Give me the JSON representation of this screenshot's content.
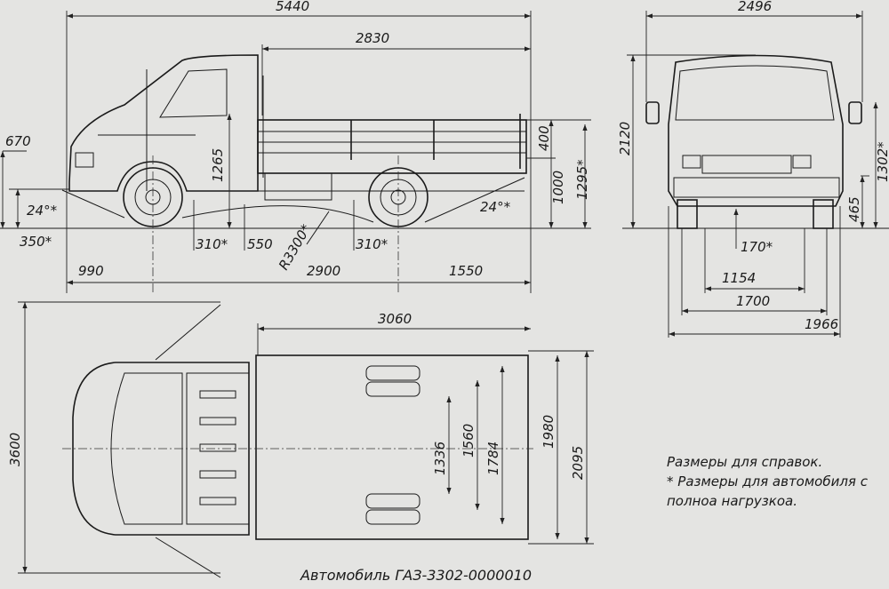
{
  "side_view": {
    "overall_length": "5440",
    "body_length": "2830",
    "front_overhang_height": "670",
    "approach_angle": "24°*",
    "departure_angle": "24°*",
    "bumper_height": "350*",
    "cab_floor_height": "1265",
    "front_clearance": "310*",
    "step_height": "550",
    "turning_radius": "R3300*",
    "rear_clearance": "310*",
    "side_board_height": "400",
    "platform_height": "1000",
    "platform_height_loaded": "1295*",
    "front_overhang": "990",
    "wheelbase": "2900",
    "rear_overhang": "1550"
  },
  "front_view": {
    "overall_width": "2496",
    "overall_height": "2120",
    "height_loaded": "1302*",
    "bumper_height": "465",
    "ground_clearance": "170*",
    "rear_track_inner": "1154",
    "track": "1700",
    "body_width": "1966"
  },
  "top_view": {
    "platform_length": "3060",
    "door_open_width": "3600",
    "inner_1": "1336",
    "inner_2": "1560",
    "inner_3": "1784",
    "platform_width": "1980",
    "overall_width": "2095"
  },
  "notes": {
    "line1": "Размеры для справок.",
    "line2": "* Размеры для автомобиля с",
    "line3": "полноа нагрузкоа."
  },
  "caption": "Автомобиль ГАЗ-3302-0000010"
}
